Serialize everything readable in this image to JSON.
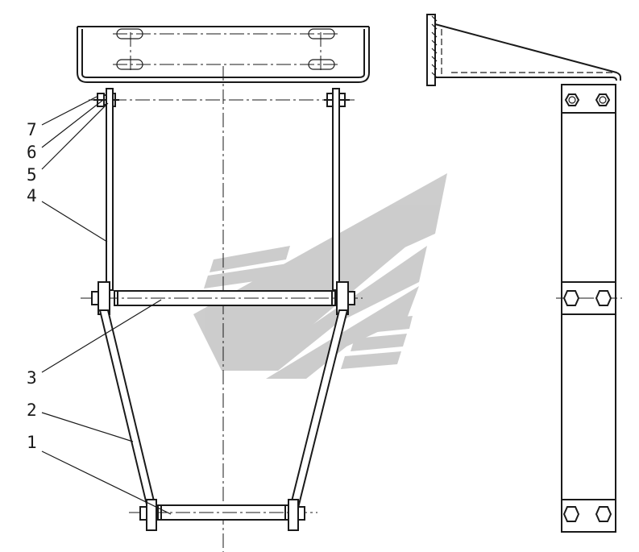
{
  "callouts": [
    {
      "id": "7",
      "text": "7"
    },
    {
      "id": "6",
      "text": "6"
    },
    {
      "id": "5",
      "text": "5"
    },
    {
      "id": "4",
      "text": "4"
    },
    {
      "id": "3",
      "text": "3"
    },
    {
      "id": "2",
      "text": "2"
    },
    {
      "id": "1",
      "text": "1"
    }
  ],
  "colors": {
    "line": "#1a1a1a",
    "watermark": "#c4c4c4",
    "background": "#ffffff"
  }
}
